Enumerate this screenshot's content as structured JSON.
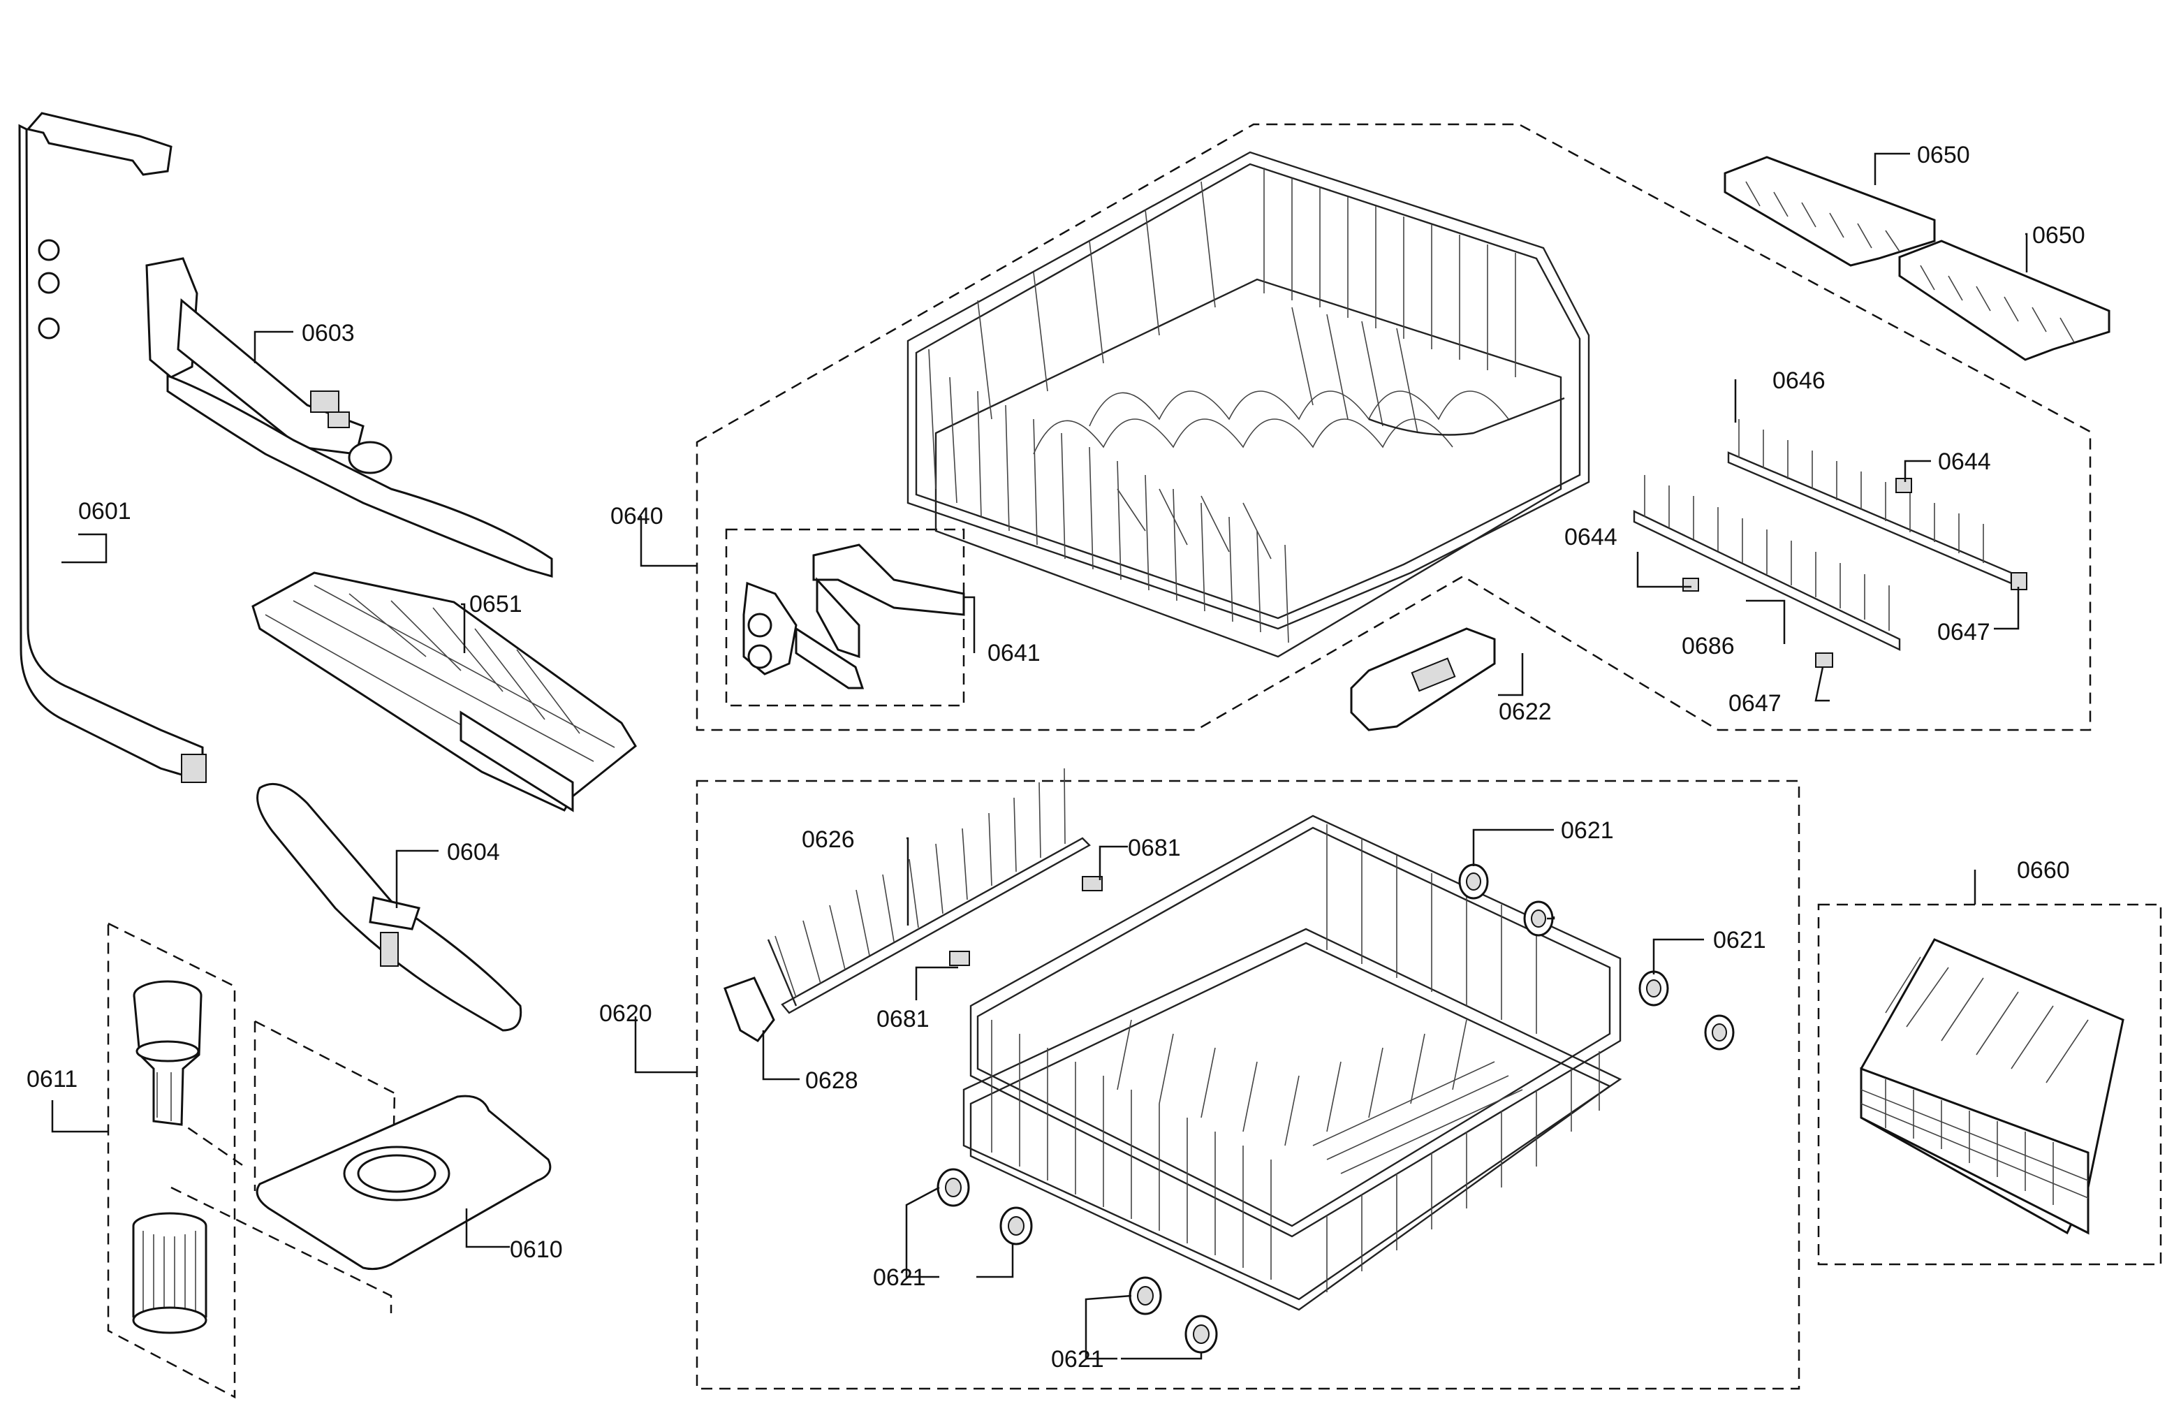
{
  "diagram": {
    "callouts": [
      {
        "id": "c-0601",
        "label": "0601"
      },
      {
        "id": "c-0603",
        "label": "0603"
      },
      {
        "id": "c-0651",
        "label": "0651"
      },
      {
        "id": "c-0604",
        "label": "0604"
      },
      {
        "id": "c-0611",
        "label": "0611"
      },
      {
        "id": "c-0610",
        "label": "0610"
      },
      {
        "id": "c-0640",
        "label": "0640"
      },
      {
        "id": "c-0641",
        "label": "0641"
      },
      {
        "id": "c-0622",
        "label": "0622"
      },
      {
        "id": "c-0650a",
        "label": "0650"
      },
      {
        "id": "c-0650b",
        "label": "0650"
      },
      {
        "id": "c-0646",
        "label": "0646"
      },
      {
        "id": "c-0644a",
        "label": "0644"
      },
      {
        "id": "c-0644b",
        "label": "0644"
      },
      {
        "id": "c-0686",
        "label": "0686"
      },
      {
        "id": "c-0647a",
        "label": "0647"
      },
      {
        "id": "c-0647b",
        "label": "0647"
      },
      {
        "id": "c-0626",
        "label": "0626"
      },
      {
        "id": "c-0681a",
        "label": "0681"
      },
      {
        "id": "c-0681b",
        "label": "0681"
      },
      {
        "id": "c-0620",
        "label": "0620"
      },
      {
        "id": "c-0628",
        "label": "0628"
      },
      {
        "id": "c-0621a",
        "label": "0621"
      },
      {
        "id": "c-0621b",
        "label": "0621"
      },
      {
        "id": "c-0621c",
        "label": "0621"
      },
      {
        "id": "c-0621d",
        "label": "0621"
      },
      {
        "id": "c-0660",
        "label": "0660"
      }
    ]
  }
}
